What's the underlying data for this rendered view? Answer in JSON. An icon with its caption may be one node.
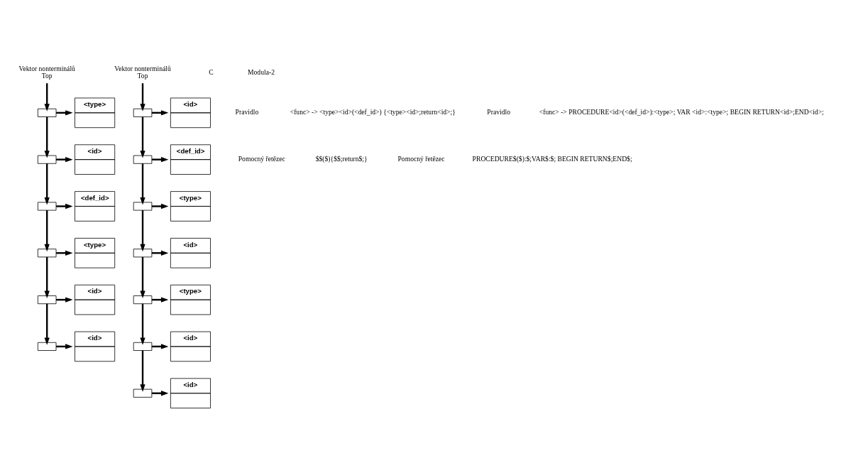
{
  "diagram": {
    "nodes": [
      {
        "text": [
          "Vektor nonterminálů",
          "Top"
        ]
      },
      {
        "text": [],
        "shape": "box"
      },
      {
        "text": [
          "<type>"
        ]
      },
      {
        "text": [],
        "shape": "box"
      },
      {
        "text": [
          "<id>"
        ]
      },
      {
        "text": [],
        "shape": "box"
      },
      {
        "text": [
          "<def_id>"
        ]
      },
      {
        "text": [],
        "shape": "box"
      },
      {
        "text": [
          "<type>"
        ]
      },
      {
        "text": [],
        "shape": "box"
      },
      {
        "text": [
          "<id>"
        ]
      },
      {
        "text": [],
        "shape": "box"
      },
      {
        "text": [
          "<id>"
        ]
      },
      {
        "text": [
          "Vektor nonterminálů",
          "Top"
        ]
      },
      {
        "text": [],
        "shape": "box"
      },
      {
        "text": [
          "<id>"
        ]
      },
      {
        "text": [],
        "shape": "box"
      },
      {
        "text": [
          "<def_id>"
        ]
      },
      {
        "text": [],
        "shape": "box"
      },
      {
        "text": [
          "<type>"
        ]
      },
      {
        "text": [],
        "shape": "box"
      },
      {
        "text": [
          "<id>"
        ]
      },
      {
        "text": [],
        "shape": "box"
      },
      {
        "text": [
          "<type>"
        ]
      },
      {
        "text": [],
        "shape": "box"
      },
      {
        "text": [
          "<id>"
        ]
      },
      {
        "text": [],
        "shape": "box"
      },
      {
        "text": [
          "<id>"
        ]
      }
    ],
    "edges": [
      {
        "from": 0,
        "to": 1,
        "arrow": "to"
      },
      {
        "from": 1,
        "to": 2,
        "arrow": "to"
      },
      {
        "from": 1,
        "to": 3,
        "arrow": "to"
      },
      {
        "from": 3,
        "to": 4,
        "arrow": "to"
      },
      {
        "from": 3,
        "to": 5,
        "arrow": "to"
      },
      {
        "from": 5,
        "to": 6,
        "arrow": "to"
      },
      {
        "from": 5,
        "to": 7,
        "arrow": "to"
      },
      {
        "from": 7,
        "to": 8,
        "arrow": "to"
      },
      {
        "from": 7,
        "to": 9,
        "arrow": "to"
      },
      {
        "from": 9,
        "to": 10,
        "arrow": "to"
      },
      {
        "from": 9,
        "to": 11,
        "arrow": "to"
      },
      {
        "from": 11,
        "to": 12,
        "arrow": "to"
      },
      {
        "from": 13,
        "to": 14,
        "arrow": "to"
      },
      {
        "from": 14,
        "to": 15,
        "arrow": "to"
      },
      {
        "from": 14,
        "to": 16,
        "arrow": "to"
      },
      {
        "from": 16,
        "to": 17,
        "arrow": "to"
      },
      {
        "from": 16,
        "to": 18,
        "arrow": "to"
      },
      {
        "from": 18,
        "to": 19,
        "arrow": "to"
      },
      {
        "from": 18,
        "to": 20,
        "arrow": "to"
      },
      {
        "from": 20,
        "to": 21,
        "arrow": "to"
      },
      {
        "from": 20,
        "to": 22,
        "arrow": "to"
      },
      {
        "from": 22,
        "to": 23,
        "arrow": "to"
      },
      {
        "from": 22,
        "to": 24,
        "arrow": "to"
      },
      {
        "from": 24,
        "to": 25,
        "arrow": "to"
      },
      {
        "from": 24,
        "to": 26,
        "arrow": "to"
      },
      {
        "from": 26,
        "to": 27,
        "arrow": "to"
      }
    ],
    "labels": [
      "C",
      "Pravidlo",
      "<func> -> <type><id>(<def_id>) {<type><id>;return<id>;}",
      "Pomocný řetězec",
      "$$($){$$;return$;}",
      "Modula-2",
      "Pravidlo",
      "<func> -> PROCEDURE<id>(<def_id>):<type>; VAR <id>:<type>; BEGIN RETURN<id>;END<id>;",
      "Pomocný řetězec",
      "PROCEDURE$($):$;VAR$:$; BEGIN RETURN$;END$;"
    ]
  }
}
